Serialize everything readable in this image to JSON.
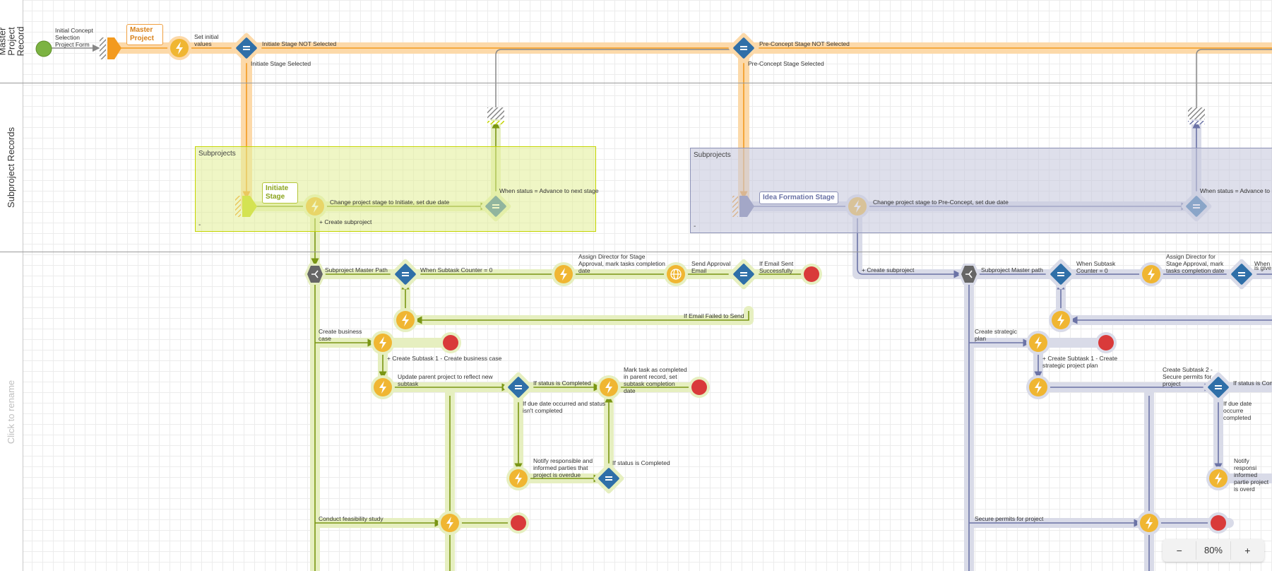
{
  "lanes": {
    "master": "Master Project Record",
    "subproject": "Subproject Records",
    "rename": "Click to rename"
  },
  "colors": {
    "green_flow": "#8aa31c",
    "green_halo": "#e6efc0",
    "blue_flow": "#6b73a6",
    "blue_halo": "#d9dbe8",
    "orange_flow": "#f39a1e",
    "orange_halo": "#fcd9a9",
    "action": "#f0b632",
    "decision": "#2f6fa8",
    "end": "#d93a3a",
    "start": "#7cb342"
  },
  "master": {
    "trigger": "Initial Concept Selection Project Form",
    "stage": "Master Project",
    "set_values": "Set initial values",
    "not_selected_1": "Initiate Stage NOT Selected",
    "selected_1": "Initiate Stage Selected",
    "not_selected_2": "Pre-Concept Stage NOT Selected",
    "selected_2": "Pre-Concept Stage Selected"
  },
  "groups": {
    "left_title": "Subprojects",
    "right_title": "Subprojects",
    "minus": "-"
  },
  "left": {
    "stage": "Initiate Stage",
    "change": "Change project stage to Initiate, set due date",
    "when_status": "When status = Advance to next stage",
    "create_sub": "Create subproject",
    "master_path": "Subproject Master Path",
    "counter": "When Subtask Counter = 0",
    "assign": "Assign Director for Stage Approval, mark tasks completion date",
    "send": "Send Approval Email",
    "sent_ok": "If Email Sent Successfully",
    "failed": "If Email Failed to Send",
    "business": "Create business case",
    "subtask1": "Create Subtask 1 - Create business case",
    "update": "Update parent project to reflect new subtask",
    "completed": "If status is Completed",
    "mark": "Mark task as completed in parent record, set subtask completion date",
    "overdue_cond": "If due date occurred and status isn't completed",
    "notify": "Notify responsible and informed parties that project is overdue",
    "completed2": "If status is Completed",
    "feasibility": "Conduct feasibility study"
  },
  "right": {
    "stage": "Idea Formation Stage",
    "change": "Change project stage to Pre-Concept, set due date",
    "when_status": "When status = Advance to ne",
    "create_sub": "Create subproject",
    "master_path": "Subproject Master path",
    "counter": "When Subtask Counter = 0",
    "assign": "Assign Director for Stage Approval, mark tasks completion date",
    "when_cut": "When",
    "strategic": "Create strategic plan",
    "subtask1": "Create Subtask 1 - Create strategic project plan",
    "subtask2": "Create Subtask 2 - Secure permits for project",
    "completed": "If status is Com",
    "overdue_cond": "If due date occurre completed",
    "notify": "Notify responsi informed partie project is overd",
    "given": "is give",
    "permits": "Secure permits for project"
  },
  "zoom": {
    "minus": "−",
    "value": "80%",
    "plus": "+"
  }
}
